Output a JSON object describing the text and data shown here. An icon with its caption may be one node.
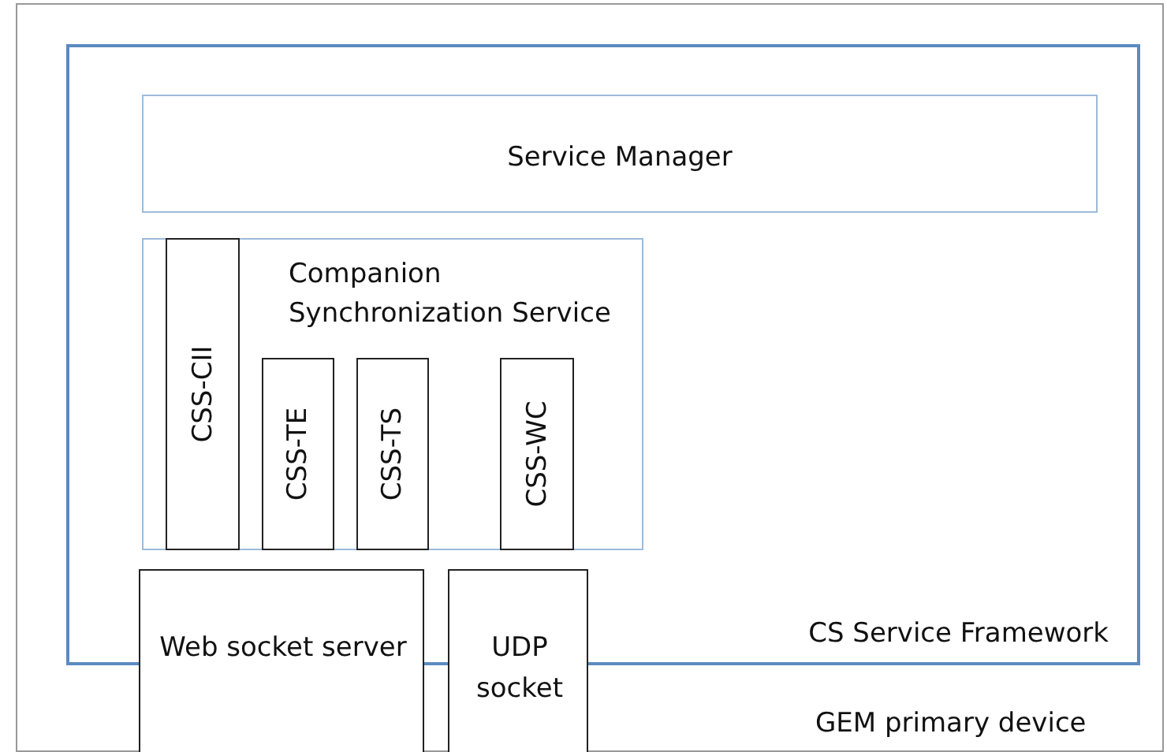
{
  "diagram": {
    "nodes": [
      {
        "text": [
          "GEM primary device"
        ]
      },
      {
        "text": [
          "CS Service Framework"
        ],
        "in": 0
      },
      {
        "text": [
          "Service Manager"
        ],
        "in": 1
      },
      {
        "text": [
          "Companion Synchronization Service"
        ],
        "in": 1
      },
      {
        "text": [
          "CSS-CII"
        ],
        "in": 3
      },
      {
        "text": [
          "CSS-TE"
        ],
        "in": 3
      },
      {
        "text": [
          "CSS-TS"
        ],
        "in": 3
      },
      {
        "text": [
          "CSS-WC"
        ],
        "in": 3
      },
      {
        "text": [
          "Web socket server"
        ],
        "in": 0
      },
      {
        "text": [
          "UDP socket"
        ],
        "in": 0
      }
    ],
    "edges": []
  }
}
